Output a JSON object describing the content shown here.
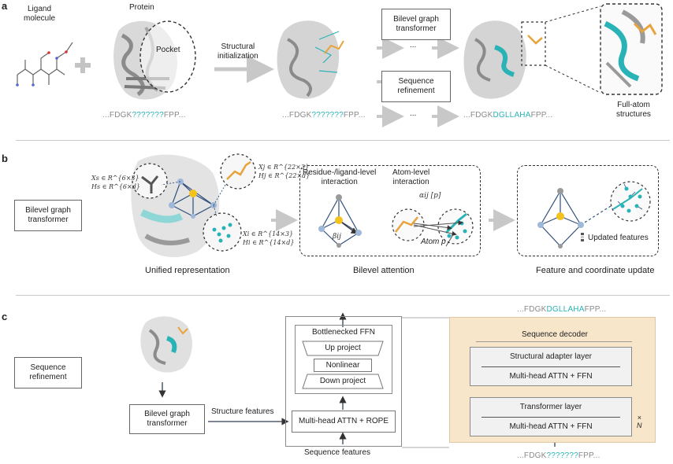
{
  "panel_a": {
    "letter": "a",
    "ligand_label": "Ligand\nmolecule",
    "protein_label": "Protein",
    "pocket_label": "Pocket",
    "init_label": "Structural\ninitialization",
    "bgt_label": "Bilevel graph\ntransformer",
    "seqref_label": "Sequence\nrefinement",
    "ellipsis": "...",
    "fullatom_label": "Full-atom\nstructures",
    "seq1": {
      "pre": "...FDGK",
      "mid": "???????",
      "post": "FPP..."
    },
    "seq2": {
      "pre": "...FDGK",
      "mid": "???????",
      "post": "FPP..."
    },
    "seq3": {
      "pre": "...FDGK",
      "mid": "DGLLAHA",
      "post": "FPP..."
    }
  },
  "panel_b": {
    "letter": "b",
    "side_label": "Bilevel graph\ntransformer",
    "math_xs": "Xs ∈ R^{6×3}",
    "math_hs": "Hs ∈ R^{6×d}",
    "math_xj": "Xj ∈ R^{22×3}",
    "math_hj": "Hj ∈ R^{22×d}",
    "math_xi": "Xi ∈ R^{14×3}",
    "math_hi": "Hi ∈ R^{14×d}",
    "unified_caption": "Unified representation",
    "res_level": "Residue-/ligand-level\ninteraction",
    "beta": "βij",
    "atom_level": "Atom-level\ninteraction",
    "alpha": "αij [p]",
    "atom_p": "Atom p",
    "bilevel_caption": "Bilevel attention",
    "updated_features": "Updated features",
    "update_caption": "Feature and coordinate update"
  },
  "panel_c": {
    "letter": "c",
    "side_label": "Sequence\nrefinement",
    "bgt_box": "Bilevel graph\ntransformer",
    "structure_features": "Structure features",
    "bottleneck_ffn": "Bottlenecked FFN",
    "up_project": "Up project",
    "nonlinear": "Nonlinear",
    "down_project": "Down project",
    "mha_rope": "Multi-head ATTN + ROPE",
    "sequence_features": "Sequence features",
    "out_seq": {
      "pre": "...FDGK",
      "mid": "DGLLAHA",
      "post": "FPP..."
    },
    "seq_decoder": "Sequence decoder",
    "struct_adapter": "Structural adapter layer",
    "mha_ffn_1": "Multi-head ATTN + FFN",
    "transformer_layer": "Transformer layer",
    "mha_ffn_2": "Multi-head ATTN + FFN",
    "times_n": "×\nN",
    "in_seq": {
      "pre": "...FDGK",
      "mid": "???????",
      "post": "FPP..."
    }
  },
  "colors": {
    "cyan": "#2ab3b6",
    "orange": "#e8a33a",
    "gold": "#f3c21c",
    "tan": "#f8e6cb",
    "gray": "#9a9a9a"
  }
}
